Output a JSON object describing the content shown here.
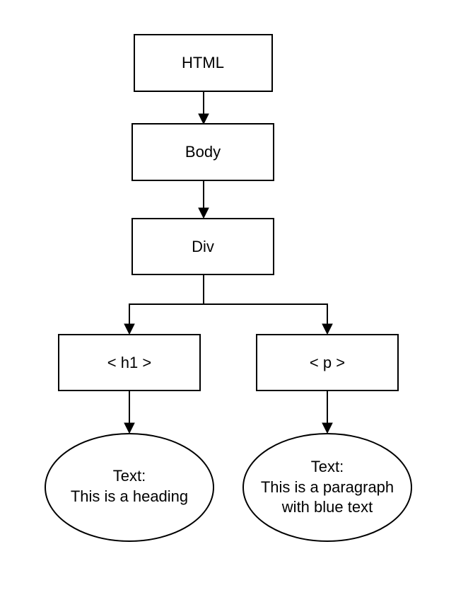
{
  "diagram": {
    "nodes": {
      "html": {
        "label": "HTML"
      },
      "body": {
        "label": "Body"
      },
      "div": {
        "label": "Div"
      },
      "h1": {
        "label": "< h1 >"
      },
      "p": {
        "label": "< p >"
      },
      "heading_text": {
        "lines": [
          "Text:",
          "This is a heading"
        ]
      },
      "paragraph_text": {
        "lines": [
          "Text:",
          "This is a paragraph",
          "with blue text"
        ]
      }
    }
  }
}
